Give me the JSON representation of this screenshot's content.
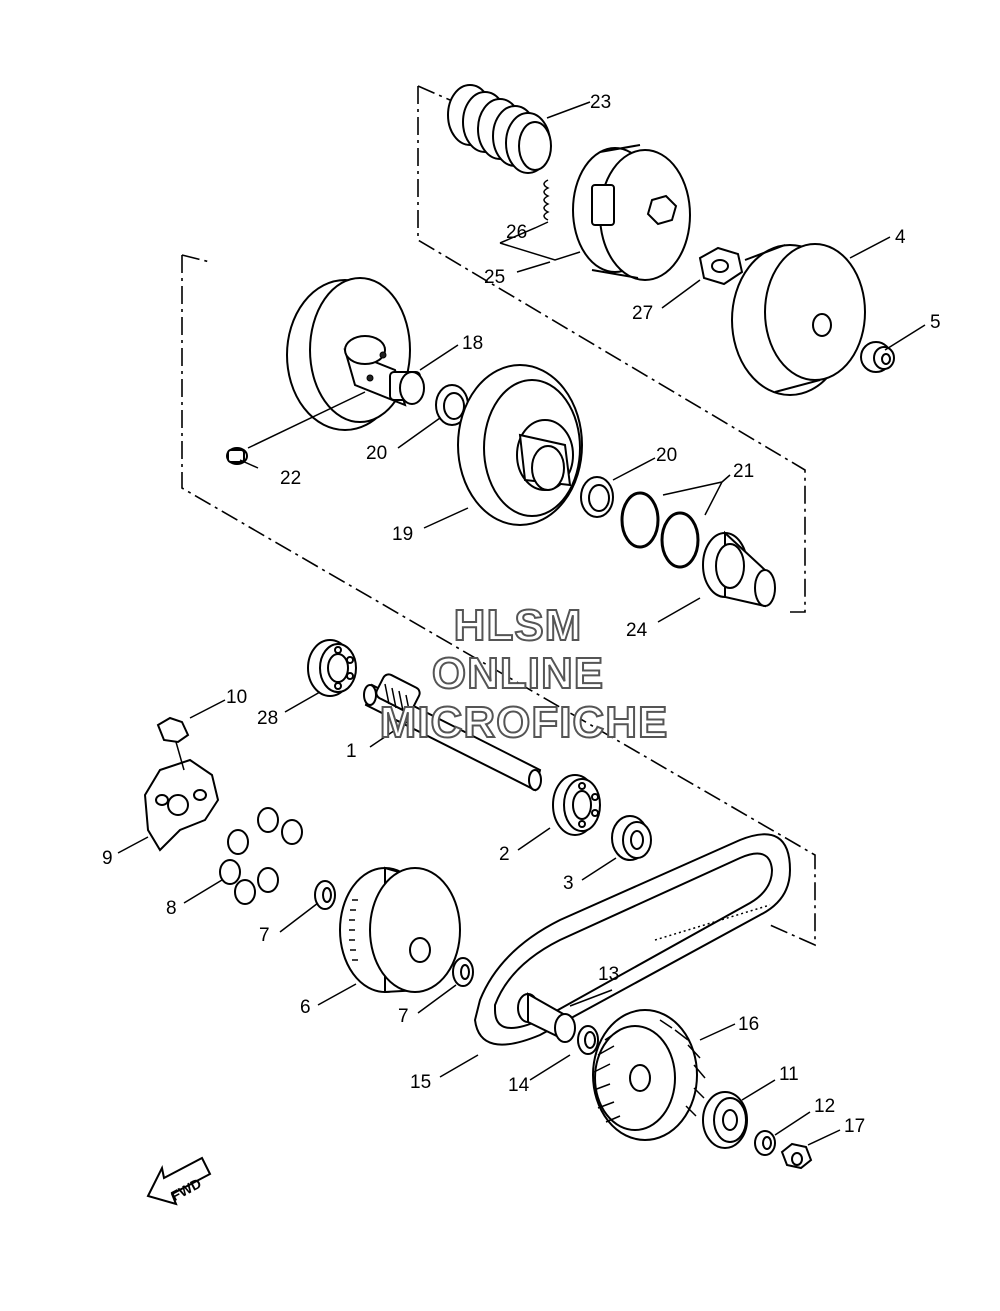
{
  "labels": {
    "p1": "1",
    "p2": "2",
    "p3": "3",
    "p4": "4",
    "p5": "5",
    "p6": "6",
    "p7a": "7",
    "p7b": "7",
    "p8": "8",
    "p9": "9",
    "p10": "10",
    "p11": "11",
    "p12": "12",
    "p13": "13",
    "p14": "14",
    "p15": "15",
    "p16": "16",
    "p17": "17",
    "p18": "18",
    "p19": "19",
    "p20a": "20",
    "p20b": "20",
    "p21": "21",
    "p22": "22",
    "p23": "23",
    "p24": "24",
    "p25": "25",
    "p26": "26",
    "p27": "27",
    "p28": "28"
  },
  "watermark": {
    "line1": "HLSM",
    "line2": "ONLINE",
    "line3": "MICROFICHE"
  },
  "fwd": "FWD",
  "colors": {
    "ink": "#000000",
    "watermark_outline": "#555555",
    "background": "#ffffff"
  }
}
